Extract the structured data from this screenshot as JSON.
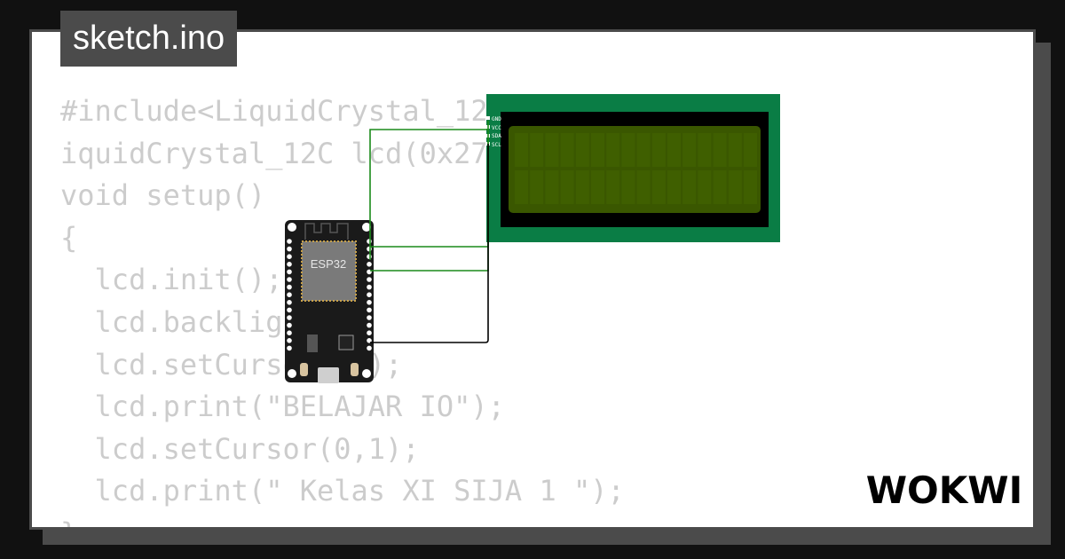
{
  "project": {
    "filename": "sketch.ino",
    "brand": "WOKWI"
  },
  "code_lines": [
    "#include<LiquidCrystal_12",
    "iquidCrystal_12C lcd(0x27",
    "void setup()",
    "{",
    "  lcd.init();",
    "  lcd.backlig",
    "  lcd.setCurso   0);",
    "  lcd.print(\"BELAJAR IO\");",
    "  lcd.setCursor(0,1);",
    "  lcd.print(\" Kelas XI SIJA 1 \");",
    "}"
  ],
  "esp32": {
    "chip_label": "ESP32"
  },
  "lcd": {
    "pins": [
      "GND",
      "VCC",
      "SDA",
      "SCL"
    ]
  },
  "colors": {
    "background": "#111111",
    "frame": "#4b4b4b",
    "code_text": "#cccccc",
    "lcd_board": "#0a7d45",
    "lcd_screen": "#3a5700",
    "wire_green": "#1a8a1a",
    "wire_black": "#000000",
    "board": "#1a1a1a"
  }
}
